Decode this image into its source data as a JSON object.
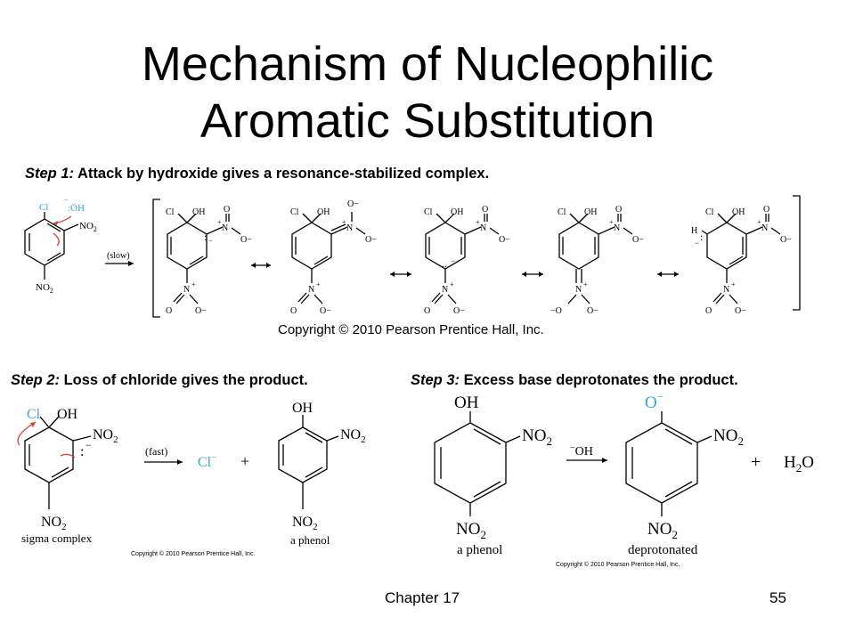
{
  "title_line1": "Mechanism of Nucleophilic",
  "title_line2": "Aromatic Substitution",
  "step1": {
    "label": "Step 1:",
    "text": " Attack by hydroxide gives a resonance-stabilized complex."
  },
  "step2": {
    "label": "Step 2:",
    "text": " Loss of chloride gives the product."
  },
  "step3": {
    "label": "Step 3:",
    "text": " Excess base deprotonates the product."
  },
  "copyright_main": "Copyright © 2010 Pearson Prentice Hall, Inc.",
  "copyright_small": "Copyright © 2010 Pearson Prentice Hall, Inc.",
  "footer_chapter": "Chapter 17",
  "footer_page": "55",
  "chem": {
    "cl": "Cl",
    "oh": "OH",
    "oh_ion": ":ÖH",
    "no2": "NO",
    "sub2": "2",
    "n_plus": "N",
    "plus": "+",
    "o": "O",
    "o_minus": "O",
    "minus": "−",
    "slow": "(slow)",
    "fast": "(fast)",
    "cl_minus": "Cl",
    "plus_sign": "+",
    "base": "OH",
    "base_minus": "−",
    "water": "H",
    "water_o": "O",
    "h": "H",
    "sigma_complex": "sigma complex",
    "a_phenol": "a phenol",
    "deprotonated": "deprotonated"
  }
}
